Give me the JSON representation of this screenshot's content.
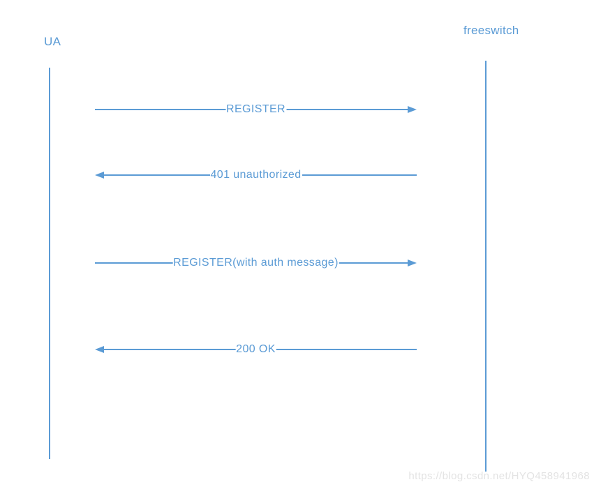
{
  "diagram": {
    "actors": {
      "left": "UA",
      "right": "freeswitch"
    },
    "messages": [
      {
        "label": "REGISTER",
        "direction": "right",
        "from": "UA",
        "to": "freeswitch"
      },
      {
        "label": "401 unauthorized",
        "direction": "left",
        "from": "freeswitch",
        "to": "UA"
      },
      {
        "label": "REGISTER(with auth message)",
        "direction": "right",
        "from": "UA",
        "to": "freeswitch"
      },
      {
        "label": "200 OK",
        "direction": "left",
        "from": "freeswitch",
        "to": "UA"
      }
    ],
    "colors": {
      "accent": "#5B9BD5",
      "watermark_text": "#E3E3E3",
      "background": "#FFFFFF"
    },
    "watermark": "https://blog.csdn.net/HYQ458941968"
  }
}
